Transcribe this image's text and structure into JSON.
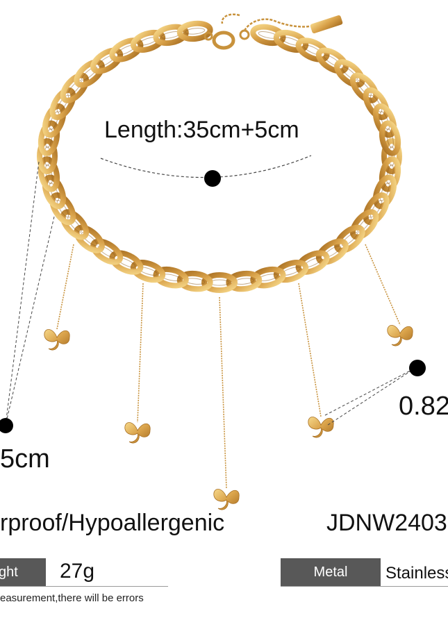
{
  "labels": {
    "length": "Length:35cm+5cm",
    "drop": "5cm",
    "width": "0.82",
    "features": "rproof/Hypoallergenic",
    "model": "JDNW2403"
  },
  "specs": {
    "weight_key": "ght",
    "weight_value": "27g",
    "metal_key": "Metal",
    "metal_value": "Stainless"
  },
  "note": "easurement,there will be errors",
  "colors": {
    "gold": "#d9a24a",
    "gold_dark": "#a86f22",
    "gold_light": "#f6d88a",
    "cell_dark": "#585858",
    "dot": "#000000"
  }
}
